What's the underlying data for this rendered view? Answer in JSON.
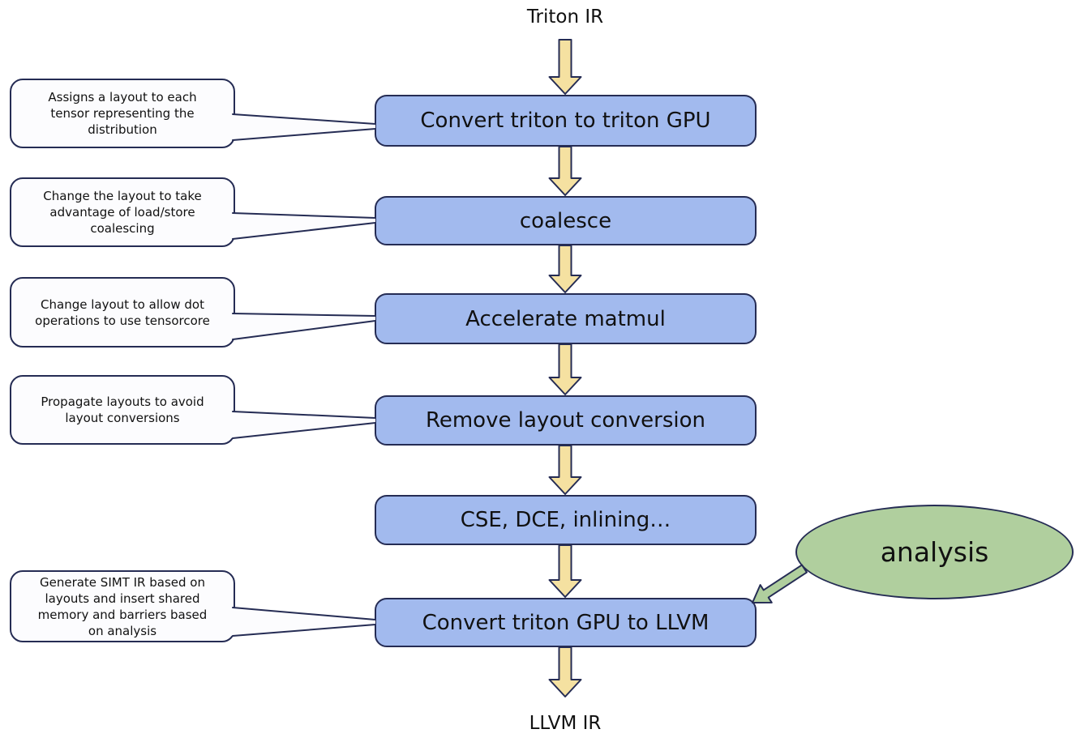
{
  "diagram": {
    "input_label": "Triton IR",
    "output_label": "LLVM IR",
    "analysis_label": "analysis",
    "stages": [
      {
        "label": "Convert triton to triton GPU",
        "note": "Assigns a layout to each\ntensor representing the\ndistribution"
      },
      {
        "label": "coalesce",
        "note": "Change the layout to take\nadvantage of load/store\ncoalescing"
      },
      {
        "label": "Accelerate matmul",
        "note": "Change layout to allow dot\noperations to use tensorcore"
      },
      {
        "label": "Remove layout conversion",
        "note": "Propagate layouts to avoid\nlayout conversions"
      },
      {
        "label": "CSE, DCE, inlining…",
        "note": ""
      },
      {
        "label": "Convert triton GPU to LLVM",
        "note": "Generate SIMT IR based on\nlayouts and insert shared\nmemory and barriers based\non analysis"
      }
    ],
    "colors": {
      "box_fill": "#a2baee",
      "border": "#252c54",
      "arrow_fill": "#f5e1a1",
      "analysis_fill": "#b0cf9e",
      "callout_fill": "#fcfcfe"
    }
  }
}
